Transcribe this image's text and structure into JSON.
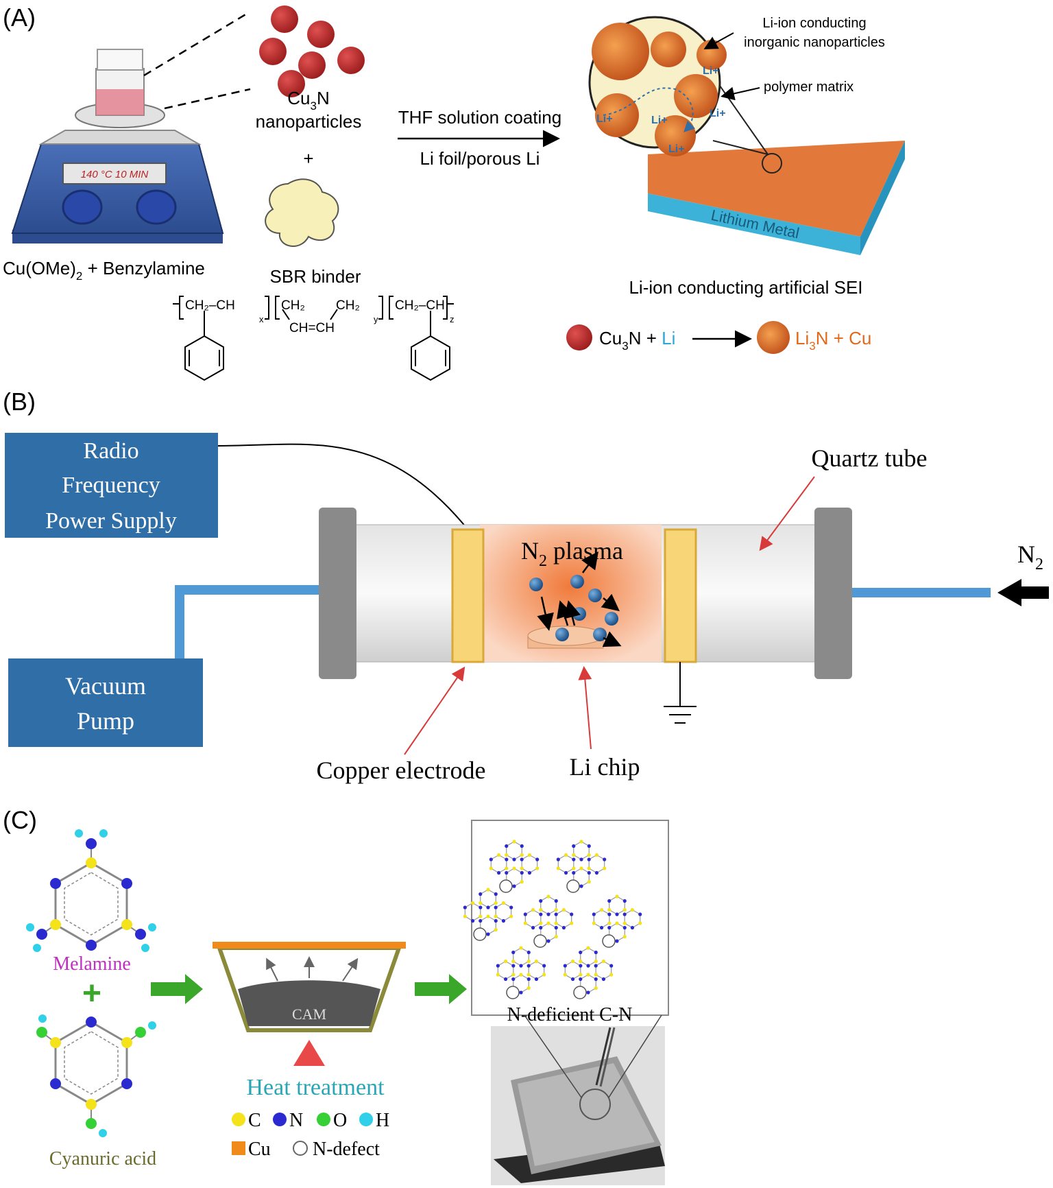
{
  "panel_a": {
    "label": "(A)",
    "precursor_label": [
      "Cu(OMe)",
      "2",
      " + Benzylamine"
    ],
    "hotplate_display": "140 °C   10 MIN",
    "nanoparticles_label_1": [
      "Cu",
      "3",
      "N"
    ],
    "nanoparticles_label_2": "nanoparticles",
    "plus": "+",
    "binder_label": "SBR binder",
    "process_top": "THF solution coating",
    "process_bottom": "Li foil/porous Li",
    "callout_inorganic_1": "Li-ion conducting",
    "callout_inorganic_2": "inorganic nanoparticles",
    "callout_polymer": "polymer matrix",
    "li_ion_label": "Li+",
    "metal_label": "Lithium Metal",
    "sei_caption": "Li-ion conducting artificial SEI",
    "reaction_reactant_a": [
      "Cu",
      "3",
      "N"
    ],
    "reaction_plus": " + ",
    "reaction_reactant_b": "Li",
    "reaction_product": [
      "Li",
      "3",
      "N + Cu"
    ],
    "polymer_formula": {
      "unit1": "CH₂–CH",
      "sub1": "x",
      "unit2_top_left": "CH₂",
      "unit2_top_right": "CH₂",
      "unit2_bottom": "CH=CH",
      "sub2": "y",
      "unit3": "CH₂–CH",
      "sub3": "z"
    }
  },
  "panel_b": {
    "label": "(B)",
    "rf_supply": [
      "Radio",
      "Frequency",
      "Power Supply"
    ],
    "vacuum_pump": [
      "Vacuum",
      "Pump"
    ],
    "quartz_tube": "Quartz tube",
    "plasma_label": [
      "N",
      "2",
      " plasma"
    ],
    "gas_label": [
      "N",
      "2"
    ],
    "copper_electrode": "Copper electrode",
    "li_chip": "Li chip"
  },
  "panel_c": {
    "label": "(C)",
    "melamine": "Melamine",
    "plus": "+",
    "cyanuric_acid": "Cyanuric acid",
    "crucible_content": "CAM",
    "heat_treatment": "Heat treatment",
    "legend": [
      {
        "symbol": "C",
        "color": "#f4e21a"
      },
      {
        "symbol": "N",
        "color": "#2a2ad0"
      },
      {
        "symbol": "O",
        "color": "#35d035"
      },
      {
        "symbol": "H",
        "color": "#2fd0e8"
      }
    ],
    "legend_cu": "Cu",
    "legend_defect": "N-defect",
    "product_label": "N-deficient C-N"
  },
  "colors": {
    "cu3n": "#b83232",
    "li_blue": "#2fa6d8",
    "li3n_orange": "#e06a1a",
    "box_blue": "#2f6ea6",
    "pipe_blue": "#4f9ad6",
    "red_arrow": "#d83a3a",
    "melamine_magenta": "#c030c0",
    "heat_teal": "#2aa6b6",
    "green_arrow": "#3aa62a",
    "cu_orange": "#f08a1a"
  }
}
